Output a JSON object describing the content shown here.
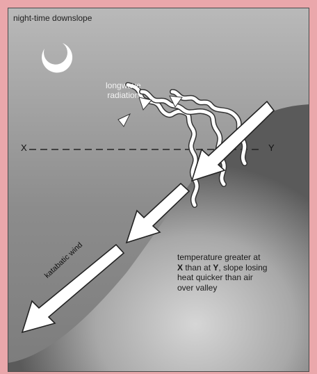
{
  "diagram": {
    "title": "night-time downslope",
    "longwave_label_line1": "longwave",
    "longwave_label_line2": "radiation",
    "point_x_label": "X",
    "point_y_label": "Y",
    "katabatic_label": "katabatic wind",
    "temperature_note": {
      "line1": "temperature greater at",
      "line2_x": "X",
      "line2_rest": " than at ",
      "line2_y": "Y",
      "line2_end": ", slope losing",
      "line3": "heat quicker than air",
      "line4": "over valley"
    },
    "icons": [
      "crescent-moon-icon",
      "wavy-radiation-arrow-icon",
      "downslope-wind-arrow-icon"
    ],
    "colors": {
      "frame": "#eaa7ab",
      "sky": "#8f8f8f",
      "slope": "#6e6e6e",
      "arrows": "#ffffff"
    }
  }
}
